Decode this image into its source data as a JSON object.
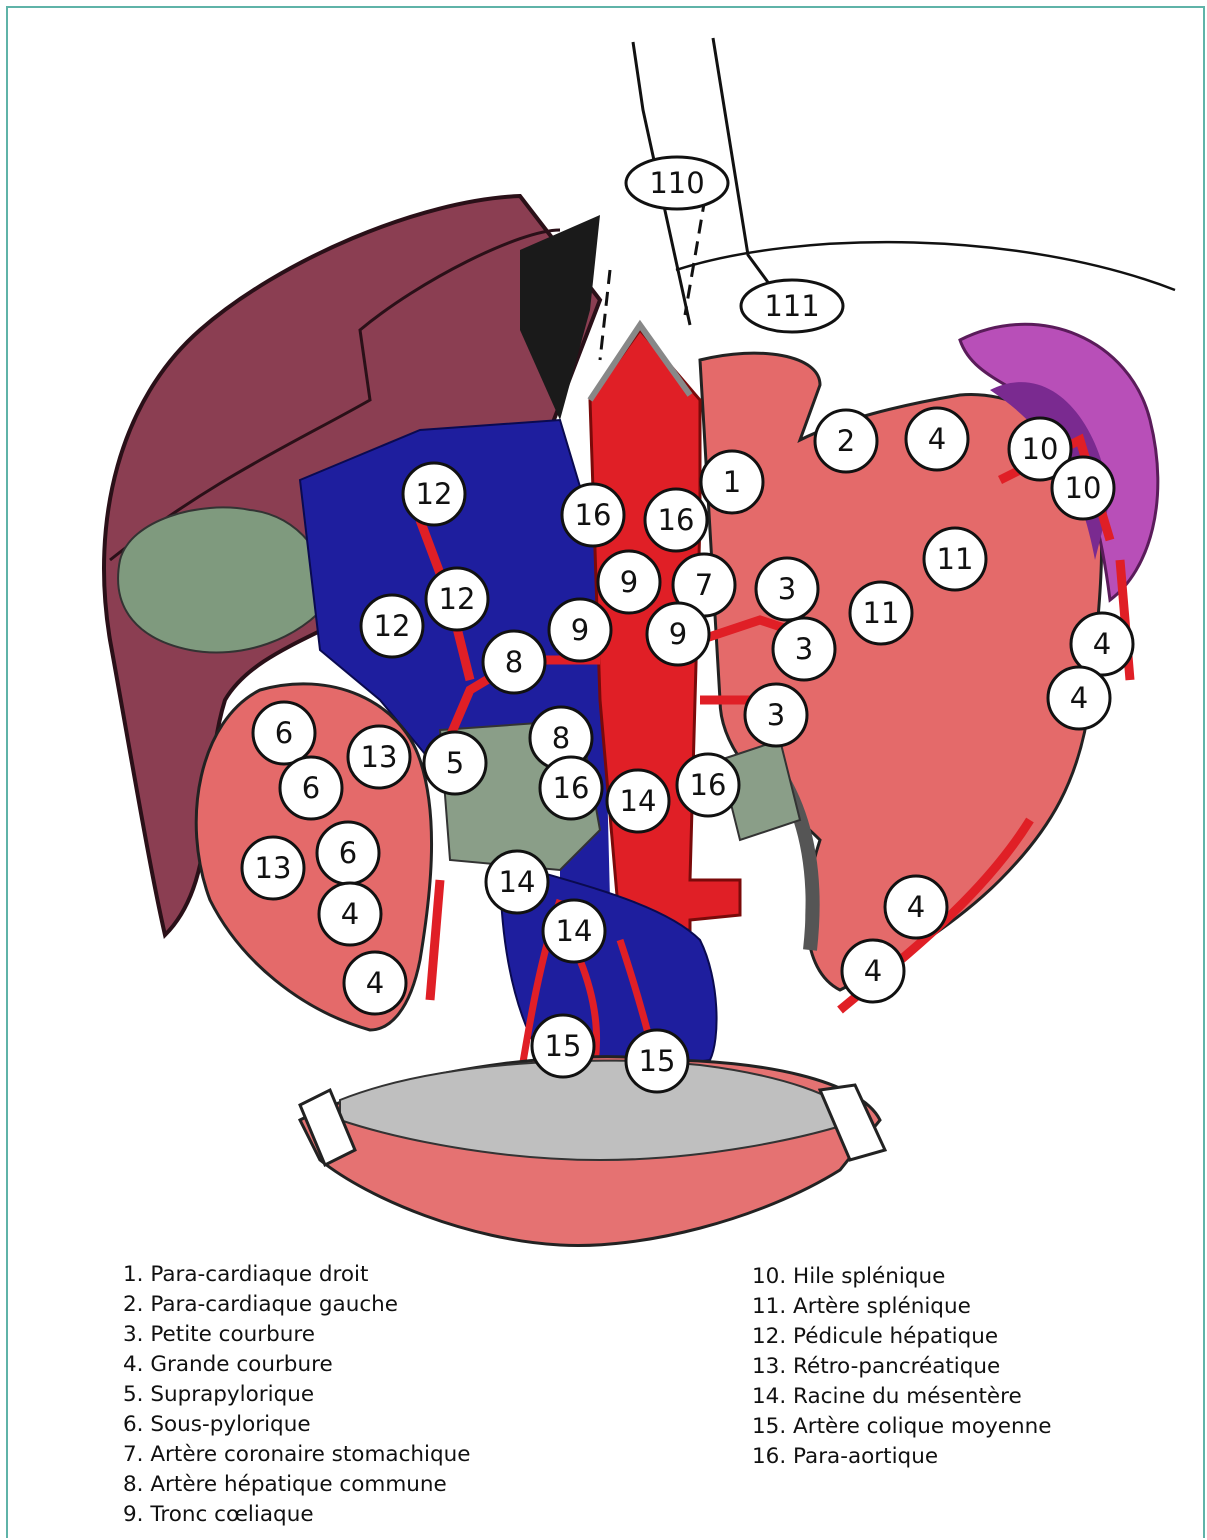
{
  "stations": [
    {
      "id": "110",
      "label": "110",
      "shape": "ellipse"
    },
    {
      "id": "111",
      "label": "111",
      "shape": "ellipse"
    },
    {
      "id": "n1",
      "label": "1"
    },
    {
      "id": "n2",
      "label": "2"
    },
    {
      "id": "n4a",
      "label": "4"
    },
    {
      "id": "n10a",
      "label": "10"
    },
    {
      "id": "n10b",
      "label": "10"
    },
    {
      "id": "n12a",
      "label": "12"
    },
    {
      "id": "n16a",
      "label": "16"
    },
    {
      "id": "n16b",
      "label": "16"
    },
    {
      "id": "n11a",
      "label": "11"
    },
    {
      "id": "n12b",
      "label": "12"
    },
    {
      "id": "n12c",
      "label": "12"
    },
    {
      "id": "n9a",
      "label": "9"
    },
    {
      "id": "n7",
      "label": "7"
    },
    {
      "id": "n3a",
      "label": "3"
    },
    {
      "id": "n11b",
      "label": "11"
    },
    {
      "id": "n9b",
      "label": "9"
    },
    {
      "id": "n9c",
      "label": "9"
    },
    {
      "id": "n3b",
      "label": "3"
    },
    {
      "id": "n4b",
      "label": "4"
    },
    {
      "id": "n8a",
      "label": "8"
    },
    {
      "id": "n4c",
      "label": "4"
    },
    {
      "id": "n3c",
      "label": "3"
    },
    {
      "id": "n6a",
      "label": "6"
    },
    {
      "id": "n8b",
      "label": "8"
    },
    {
      "id": "n13a",
      "label": "13"
    },
    {
      "id": "n5",
      "label": "5"
    },
    {
      "id": "n6b",
      "label": "6"
    },
    {
      "id": "n16c",
      "label": "16"
    },
    {
      "id": "n14a",
      "label": "14"
    },
    {
      "id": "n16d",
      "label": "16"
    },
    {
      "id": "n6c",
      "label": "6"
    },
    {
      "id": "n13b",
      "label": "13"
    },
    {
      "id": "n14b",
      "label": "14"
    },
    {
      "id": "n4d",
      "label": "4"
    },
    {
      "id": "n4e",
      "label": "4"
    },
    {
      "id": "n14c",
      "label": "14"
    },
    {
      "id": "n4f",
      "label": "4"
    },
    {
      "id": "n4g",
      "label": "4"
    },
    {
      "id": "n15a",
      "label": "15"
    },
    {
      "id": "n15b",
      "label": "15"
    }
  ],
  "legend": {
    "left": [
      "1. Para-cardiaque droit",
      "2. Para-cardiaque gauche",
      "3. Petite courbure",
      "4. Grande courbure",
      "5. Suprapylorique",
      "6. Sous-pylorique",
      "7. Artère coronaire stomachique",
      "8. Artère hépatique commune",
      "9. Tronc cœliaque"
    ],
    "right": [
      "10. Hile splénique",
      "11. Artère splénique",
      "12. Pédicule hépatique",
      "13. Rétro-pancréatique",
      "14. Racine du mésentère",
      "15. Artère colique moyenne",
      "16. Para-aortique"
    ]
  },
  "colors": {
    "liver": "#8b3e52",
    "liver_dark": "#1a1a1a",
    "gallbladder": "#7f9a7e",
    "stomach": "#e46a6a",
    "artery": "#e01f26",
    "vein": "#1e1e9e",
    "spleen": "#b84fb8",
    "pancreas": "#8a9e88",
    "colon": "#e57272",
    "frame": "#5fb3a8"
  }
}
